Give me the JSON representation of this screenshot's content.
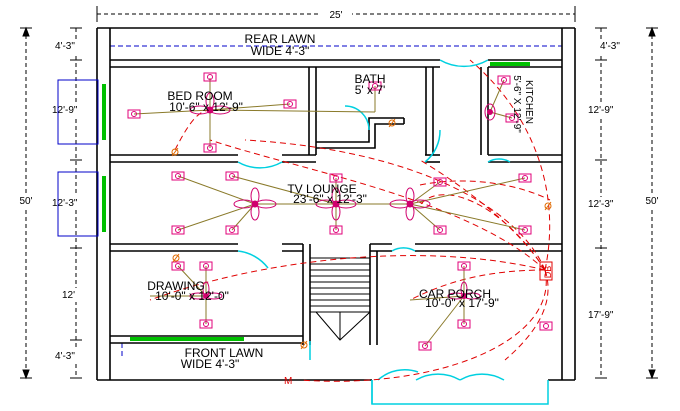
{
  "plan": {
    "overall_width": "25'",
    "overall_depth_left": "50'",
    "overall_depth_right": "50'",
    "left_dims": [
      "4'-3\"",
      "12'-9\"",
      "12'-3\"",
      "12'",
      "4'-3\""
    ],
    "right_dims": [
      "4'-3\"",
      "12'-9\"",
      "12'-3\"",
      "17'-9\""
    ],
    "rooms": {
      "rear_lawn": {
        "name": "REAR LAWN",
        "size": "WIDE 4'-3\""
      },
      "bed_room": {
        "name": "BED ROOM",
        "size": "10'-6\" x 12'-9\""
      },
      "bath": {
        "name": "BATH",
        "size": "5' x 7'"
      },
      "kitchen": {
        "name": "KITCHEN",
        "size": "5'-6\" X 12'-9\""
      },
      "tv_lounge": {
        "name": "TV LOUNGE",
        "size": "23'-6\" x 12'-3\""
      },
      "drawing": {
        "name": "DRAWING",
        "size": "10'-0\" x 12'-0\""
      },
      "car_porch": {
        "name": "CAR PORCH",
        "size": "10'-0\" x 17'-9\""
      },
      "front_lawn": {
        "name": "FRONT LAWN",
        "size": "WIDE 4'-3\""
      }
    },
    "symbols": {
      "db": "DB",
      "meter": "M"
    },
    "colors": {
      "wall": "#000000",
      "door": "#00d0e0",
      "window": "#00c000",
      "wiring": "#e00000",
      "fixture": "#e0007a",
      "fan": "#d0006e",
      "switch": "#e06a00",
      "lead": "#8a7a2a",
      "lawn_line": "#0000c8"
    }
  }
}
